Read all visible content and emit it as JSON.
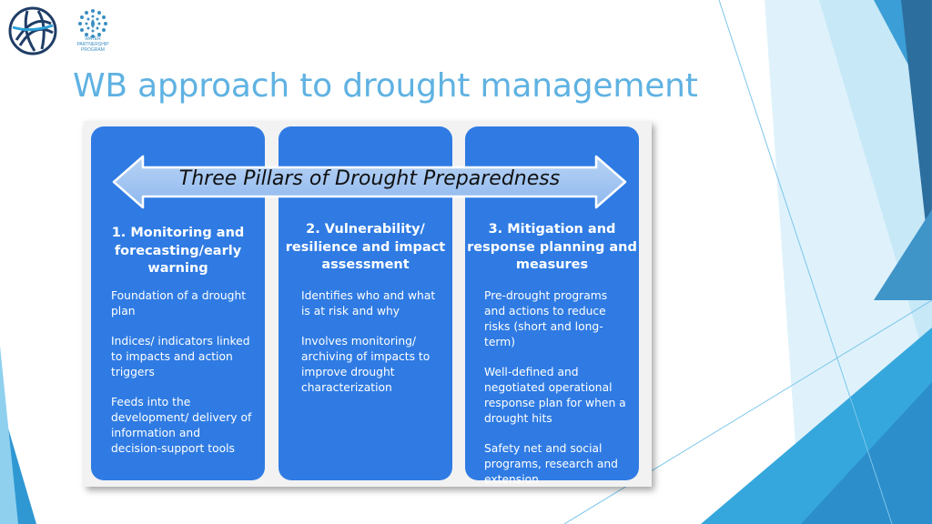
{
  "slide": {
    "title": "WB approach to drought management",
    "logos": {
      "partnership_text": "WATER\nPARTNERSHIP\nPROGRAM"
    }
  },
  "diagram": {
    "banner": "Three Pillars of Drought Preparedness",
    "pillars": [
      {
        "title": "1. Monitoring  and\nforecasting/early\nwarning",
        "items": [
          "Foundation of a drought plan",
          "Indices/ indicators linked to impacts and action triggers",
          "Feeds into the development/ delivery of information and decision-support tools"
        ]
      },
      {
        "title": "2. Vulnerability/\nresilience and impact\nassessment",
        "items": [
          "Identifies  who and what is at risk and why",
          "Involves monitoring/ archiving of impacts to improve  drought characterization"
        ]
      },
      {
        "title": "3. Mitigation  and\nresponse  planning  and\nmeasures",
        "items": [
          "Pre-drought programs and actions to reduce  risks (short and long-term)",
          "Well-defined  and negotiated operational response  plan for when a drought hits",
          "Safety net and social programs, research and extension"
        ]
      }
    ]
  },
  "colors": {
    "title": "#5fb2e2",
    "pillar": "#2f7be3",
    "arrow_fill": "#9ec3f2",
    "deco_dark": "#2c6e9e",
    "deco_mid": "#3fa3d8",
    "deco_light": "#bfe4f5"
  }
}
